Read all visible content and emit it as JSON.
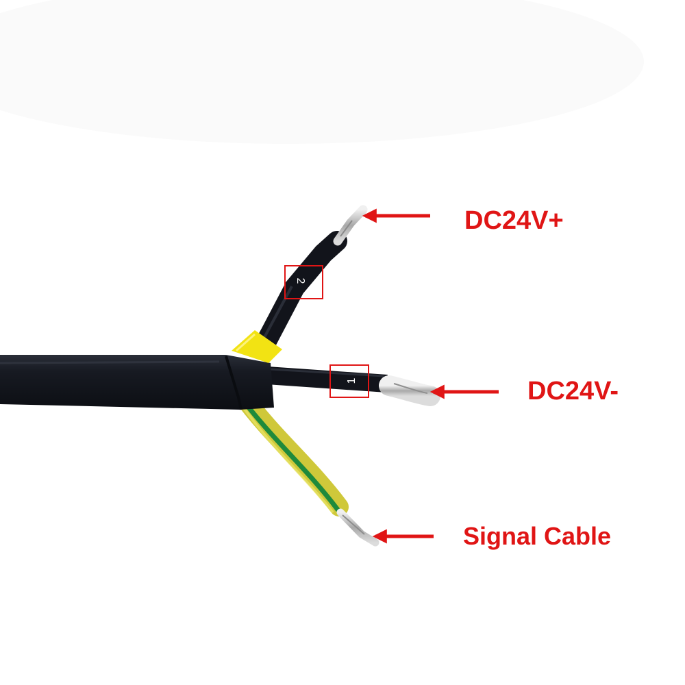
{
  "labels": {
    "positive": "DC24V+",
    "negative": "DC24V-",
    "signal": "Signal Cable"
  },
  "wire_markers": {
    "positive": "2",
    "negative": "1"
  },
  "colors": {
    "annotation": "#e01515",
    "cable_jacket": "#14171f",
    "yellow_sleeve": "#f2e313",
    "earth_wire_yellow": "#d9d43c",
    "earth_wire_green": "#1e8a3c",
    "conductor": "#c9c9c9",
    "background": "#ffffff"
  }
}
